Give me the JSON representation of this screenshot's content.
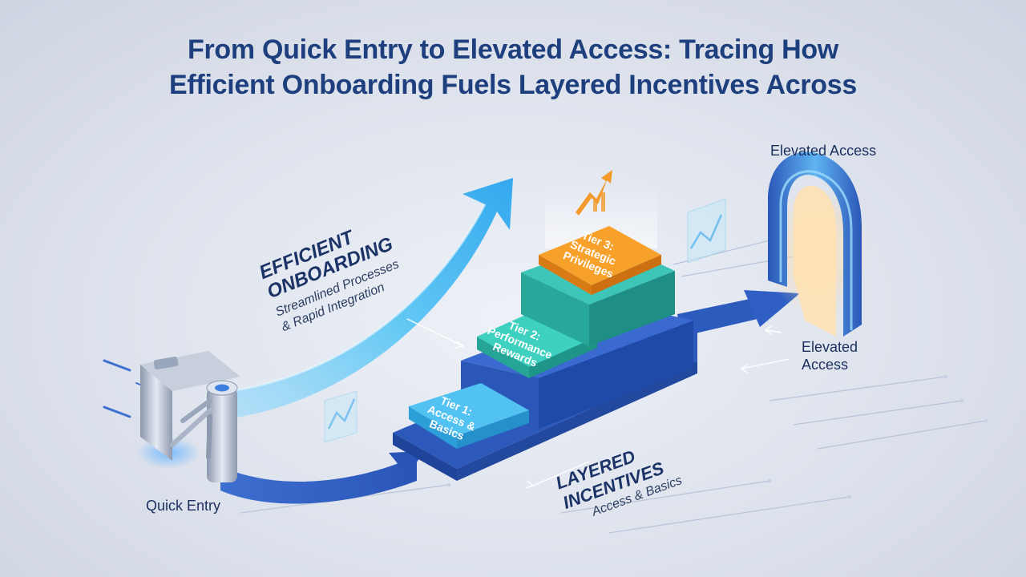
{
  "title": {
    "line1": "From Quick Entry to Elevated Access: Tracing How",
    "line2": "Efficient Onboarding Fuels Layered Incentives Across"
  },
  "labels": {
    "quick_entry": "Quick Entry",
    "elevated_access_top": "Elevated Access",
    "elevated_access_side_line1": "Elevated",
    "elevated_access_side_line2": "Access",
    "efficient_line1": "EFFICIENT",
    "efficient_line2": "ONBOARDING",
    "efficient_sub_line1": "Streamlined Processes",
    "efficient_sub_line2": "& Rapid Integration",
    "layered_title": "LAYERED INCENTIVES",
    "layered_sub": "Access & Basics"
  },
  "tiers": [
    {
      "line1": "Tier 1:",
      "line2": "Access &",
      "line3": "Basics",
      "color": "#3bb3ea"
    },
    {
      "line1": "Tier 2:",
      "line2": "Performance",
      "line3": "Rewards",
      "color": "#2fc0b2"
    },
    {
      "line1": "Tier 3:",
      "line2": "Strategic",
      "line3": "Privileges",
      "color": "#f39a2a"
    }
  ],
  "colors": {
    "title": "#1e3f7e",
    "arrow_light": "#5cc6f4",
    "path_blue": "#2f5fc4",
    "accent_orange": "#f7a12b"
  },
  "icons": [
    "turnstile-icon",
    "gateway-arch-icon",
    "growth-arrow-icon",
    "bar-chart-icon"
  ]
}
